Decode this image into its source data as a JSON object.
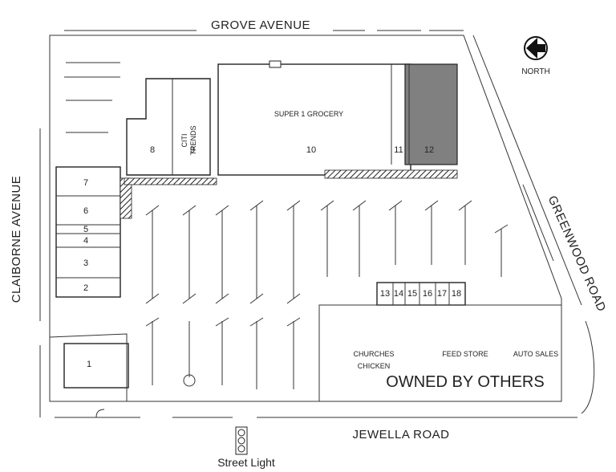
{
  "roads": {
    "north": "GROVE AVENUE",
    "west": "CLAIBORNE AVENUE",
    "east": "GREENWOOD ROAD",
    "south": "JEWELLA ROAD"
  },
  "compass": {
    "label": "NORTH",
    "icon": "north-arrow-icon"
  },
  "anchor": {
    "name": "SUPER 1 GROCERY",
    "unit": "10"
  },
  "tenants": {
    "citi_trends": "CITI\nTRENDS",
    "citi_line1": "CITI",
    "citi_line2": "TRENDS"
  },
  "units": {
    "u1": "1",
    "u2": "2",
    "u3": "3",
    "u4": "4",
    "u5": "5",
    "u6": "6",
    "u7": "7",
    "u8": "8",
    "u9": "9",
    "u11": "11",
    "u12": "12",
    "u13": "13",
    "u14": "14",
    "u15": "15",
    "u16": "16",
    "u17": "17",
    "u18": "18"
  },
  "others": {
    "churches_1": "CHURCHES",
    "churches_2": "CHICKEN",
    "feed": "FEED STORE",
    "auto": "AUTO SALES",
    "owned": "OWNED BY OTHERS"
  },
  "street_light": "Street Light",
  "colors": {
    "line": "#222222",
    "highlight_unit": "#808080",
    "background": "#ffffff"
  }
}
